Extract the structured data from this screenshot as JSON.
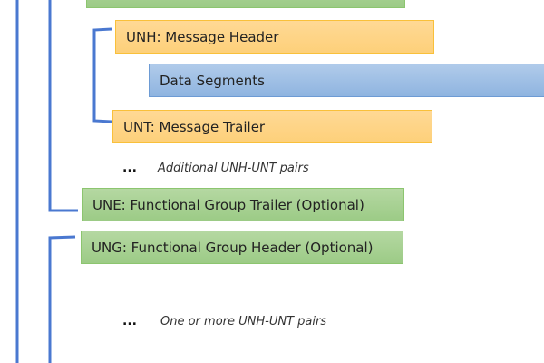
{
  "boxes": {
    "top_group_header": "",
    "unh": "UNH: Message Header",
    "data_segments": "Data Segments",
    "unt": "UNT: Message Trailer",
    "une": "UNE: Functional Group Trailer (Optional)",
    "ung": "UNG: Functional Group Header (Optional)"
  },
  "notes": {
    "ellipsis": "...",
    "additional_pairs": "Additional UNH-UNT pairs",
    "one_or_more_pairs": "One or more UNH-UNT pairs"
  },
  "colors": {
    "segment": "#9ccb86",
    "message": "#fdd07a",
    "data": "#8fb4e0",
    "bracket": "#4a78d0"
  }
}
